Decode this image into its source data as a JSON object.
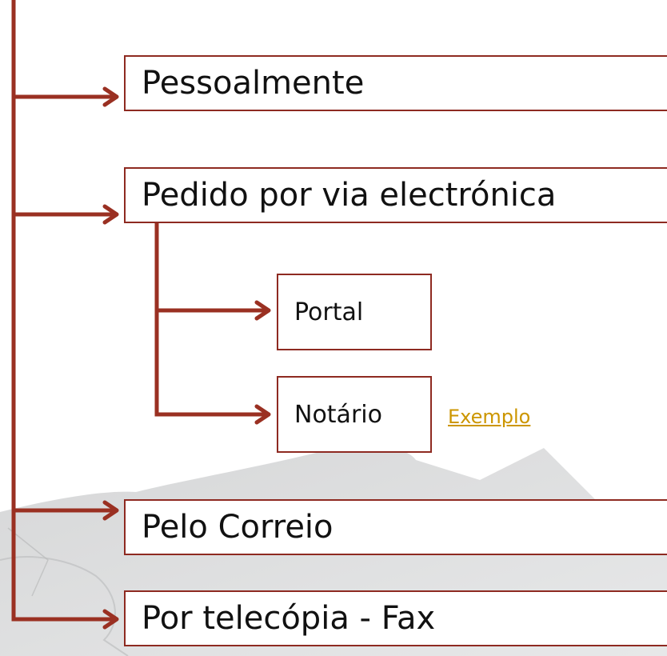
{
  "boxes": {
    "pessoalmente": "Pessoalmente",
    "pedido": "Pedido por via electrónica",
    "portal": "Portal",
    "notario": "Notário",
    "correio": "Pelo Correio",
    "fax": "Por telecópia - Fax"
  },
  "link": {
    "exemplo": "Exemplo"
  },
  "colors": {
    "connector": "#9a3022",
    "box_border": "#8e2a21",
    "link": "#cc9600",
    "background_shape": "#d9dadb"
  },
  "icons": {
    "connector_arrow": "arrow-right-icon"
  }
}
